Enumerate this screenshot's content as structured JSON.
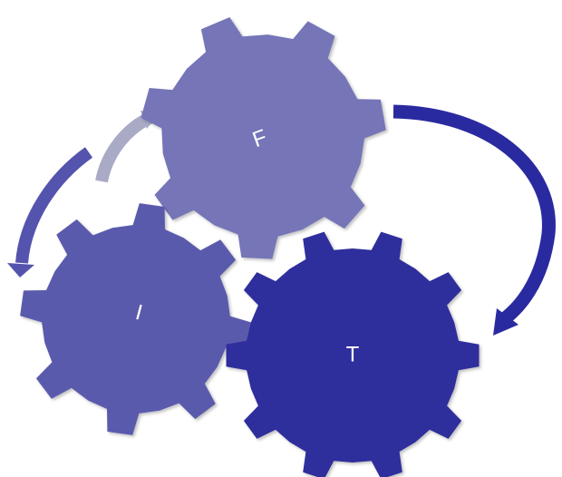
{
  "diagram": {
    "gears": [
      {
        "id": "F",
        "label": "F",
        "color": "#7474b8"
      },
      {
        "id": "I",
        "label": "I",
        "color": "#5a5aad"
      },
      {
        "id": "T",
        "label": "T",
        "color": "#2d2d9c"
      }
    ],
    "arrows": [
      {
        "from": "I",
        "to": "F",
        "color": "#a9aac6"
      },
      {
        "from": "F",
        "to": "T",
        "color": "#2a2aa0"
      },
      {
        "from": "F",
        "to": "I",
        "color": "#5454ae"
      }
    ]
  }
}
